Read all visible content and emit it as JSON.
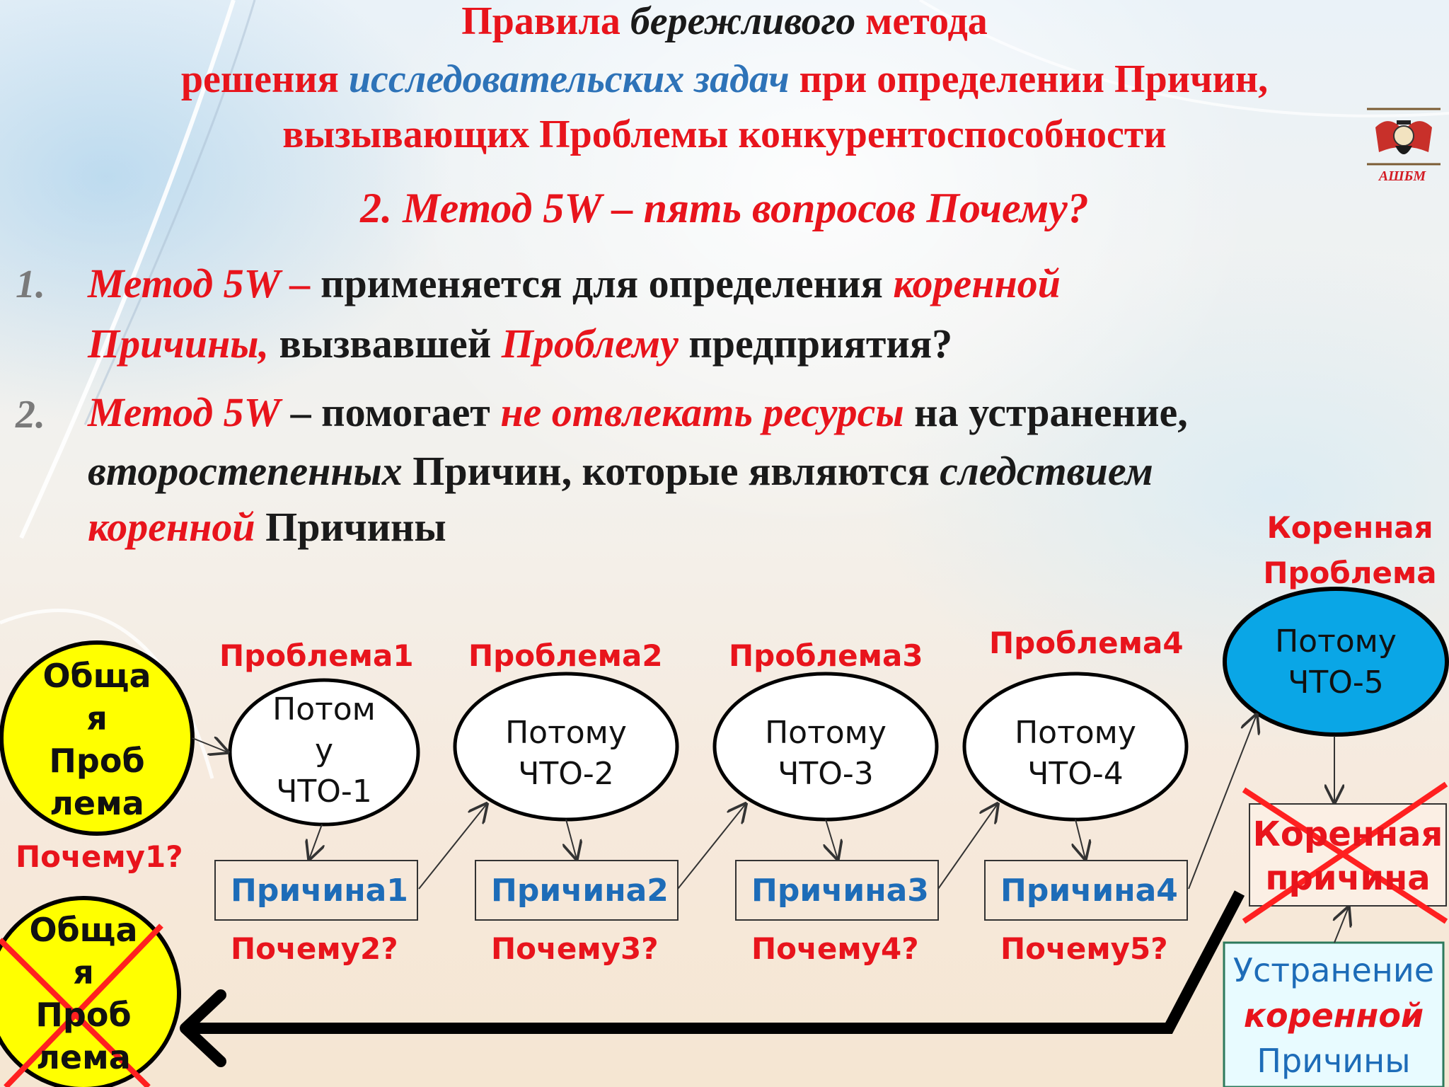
{
  "header": {
    "line1_a": "Правила ",
    "line1_b": "бережливого",
    "line1_c": " метода",
    "line2_a": "решения ",
    "line2_b": "исследовательских задач",
    "line2_c": " при определении Причин,",
    "line3": "вызывающих Проблемы конкурентоспособности",
    "subtitle": "2. Метод 5W – пять вопросов Почему?"
  },
  "logo": {
    "caption": "АШБМ",
    "icon": "school-emblem-icon"
  },
  "bullets": [
    {
      "number": "1.",
      "l1_a": "Метод  5W – ",
      "l1_b": "применяется для определения ",
      "l1_c": "коренной",
      "l2_a": "Причины,",
      "l2_b": "  вызвавшей  ",
      "l2_c": "Проблему",
      "l2_d": " предприятия?"
    },
    {
      "number": "2.",
      "l1_a": "Метод 5W",
      "l1_b": " – помогает ",
      "l1_c": "не отвлекать ресурсы",
      "l1_d": " на устранение,",
      "l2_a": "второстепенных",
      "l2_b": " Причин, которые являются ",
      "l2_c": "следствием",
      "l3_a": "коренной",
      "l3_b": " Причины"
    }
  ],
  "diagram": {
    "general_problem": "Обща\nя\nПроб\nлема",
    "general_problem_crossed": "Обща\nя\nПроб\nлема",
    "root_problem_label": "Коренная\nПроблема",
    "problems": [
      "Проблема1",
      "Проблема2",
      "Проблема3",
      "Проблема4"
    ],
    "because": [
      "Потом\nу\nЧТО-1",
      "Потому\nЧТО-2",
      "Потому\nЧТО-3",
      "Потому\nЧТО-4",
      "Потому\nЧТО-5"
    ],
    "causes": [
      "Причина1",
      "Причина2",
      "Причина3",
      "Причина4"
    ],
    "whys": [
      "Почему1?",
      "Почему2?",
      "Почему3?",
      "Почему4?",
      "Почему5?"
    ],
    "root_cause": "Коренная\nпричина",
    "elimination_a": "Устранение",
    "elimination_b": "коренной",
    "elimination_c": "Причины"
  },
  "colors": {
    "title_red": "#e8141c",
    "accent_blue": "#2e73b8",
    "yellow_node": "#ffff00",
    "blue_node": "#0aa6e6",
    "cyan_box": "#e8fbff"
  }
}
